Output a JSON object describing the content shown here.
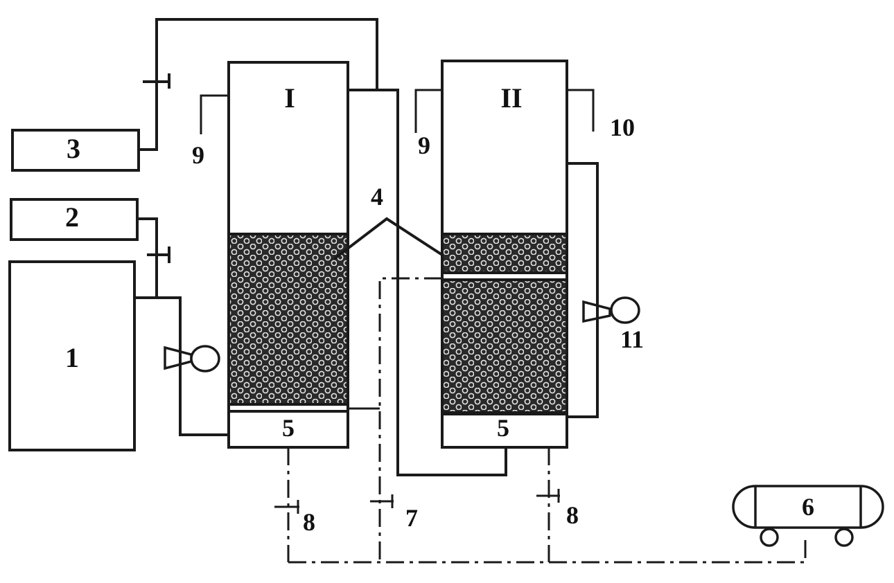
{
  "labels": {
    "unit_1": "1",
    "unit_2": "2",
    "unit_3": "3",
    "connector_4": "4",
    "plenum_5_left": "5",
    "plenum_5_right": "5",
    "tank_6": "6",
    "valve_7": "7",
    "valve_8_left": "8",
    "valve_8_right": "8",
    "port_9_left": "9",
    "port_9_right": "9",
    "outlet_10": "10",
    "pump_11": "11",
    "column_i": "I",
    "column_ii": "II"
  },
  "colors": {
    "line": "#1a1a1a",
    "media": "#2a2a2a",
    "background": "#ffffff"
  }
}
